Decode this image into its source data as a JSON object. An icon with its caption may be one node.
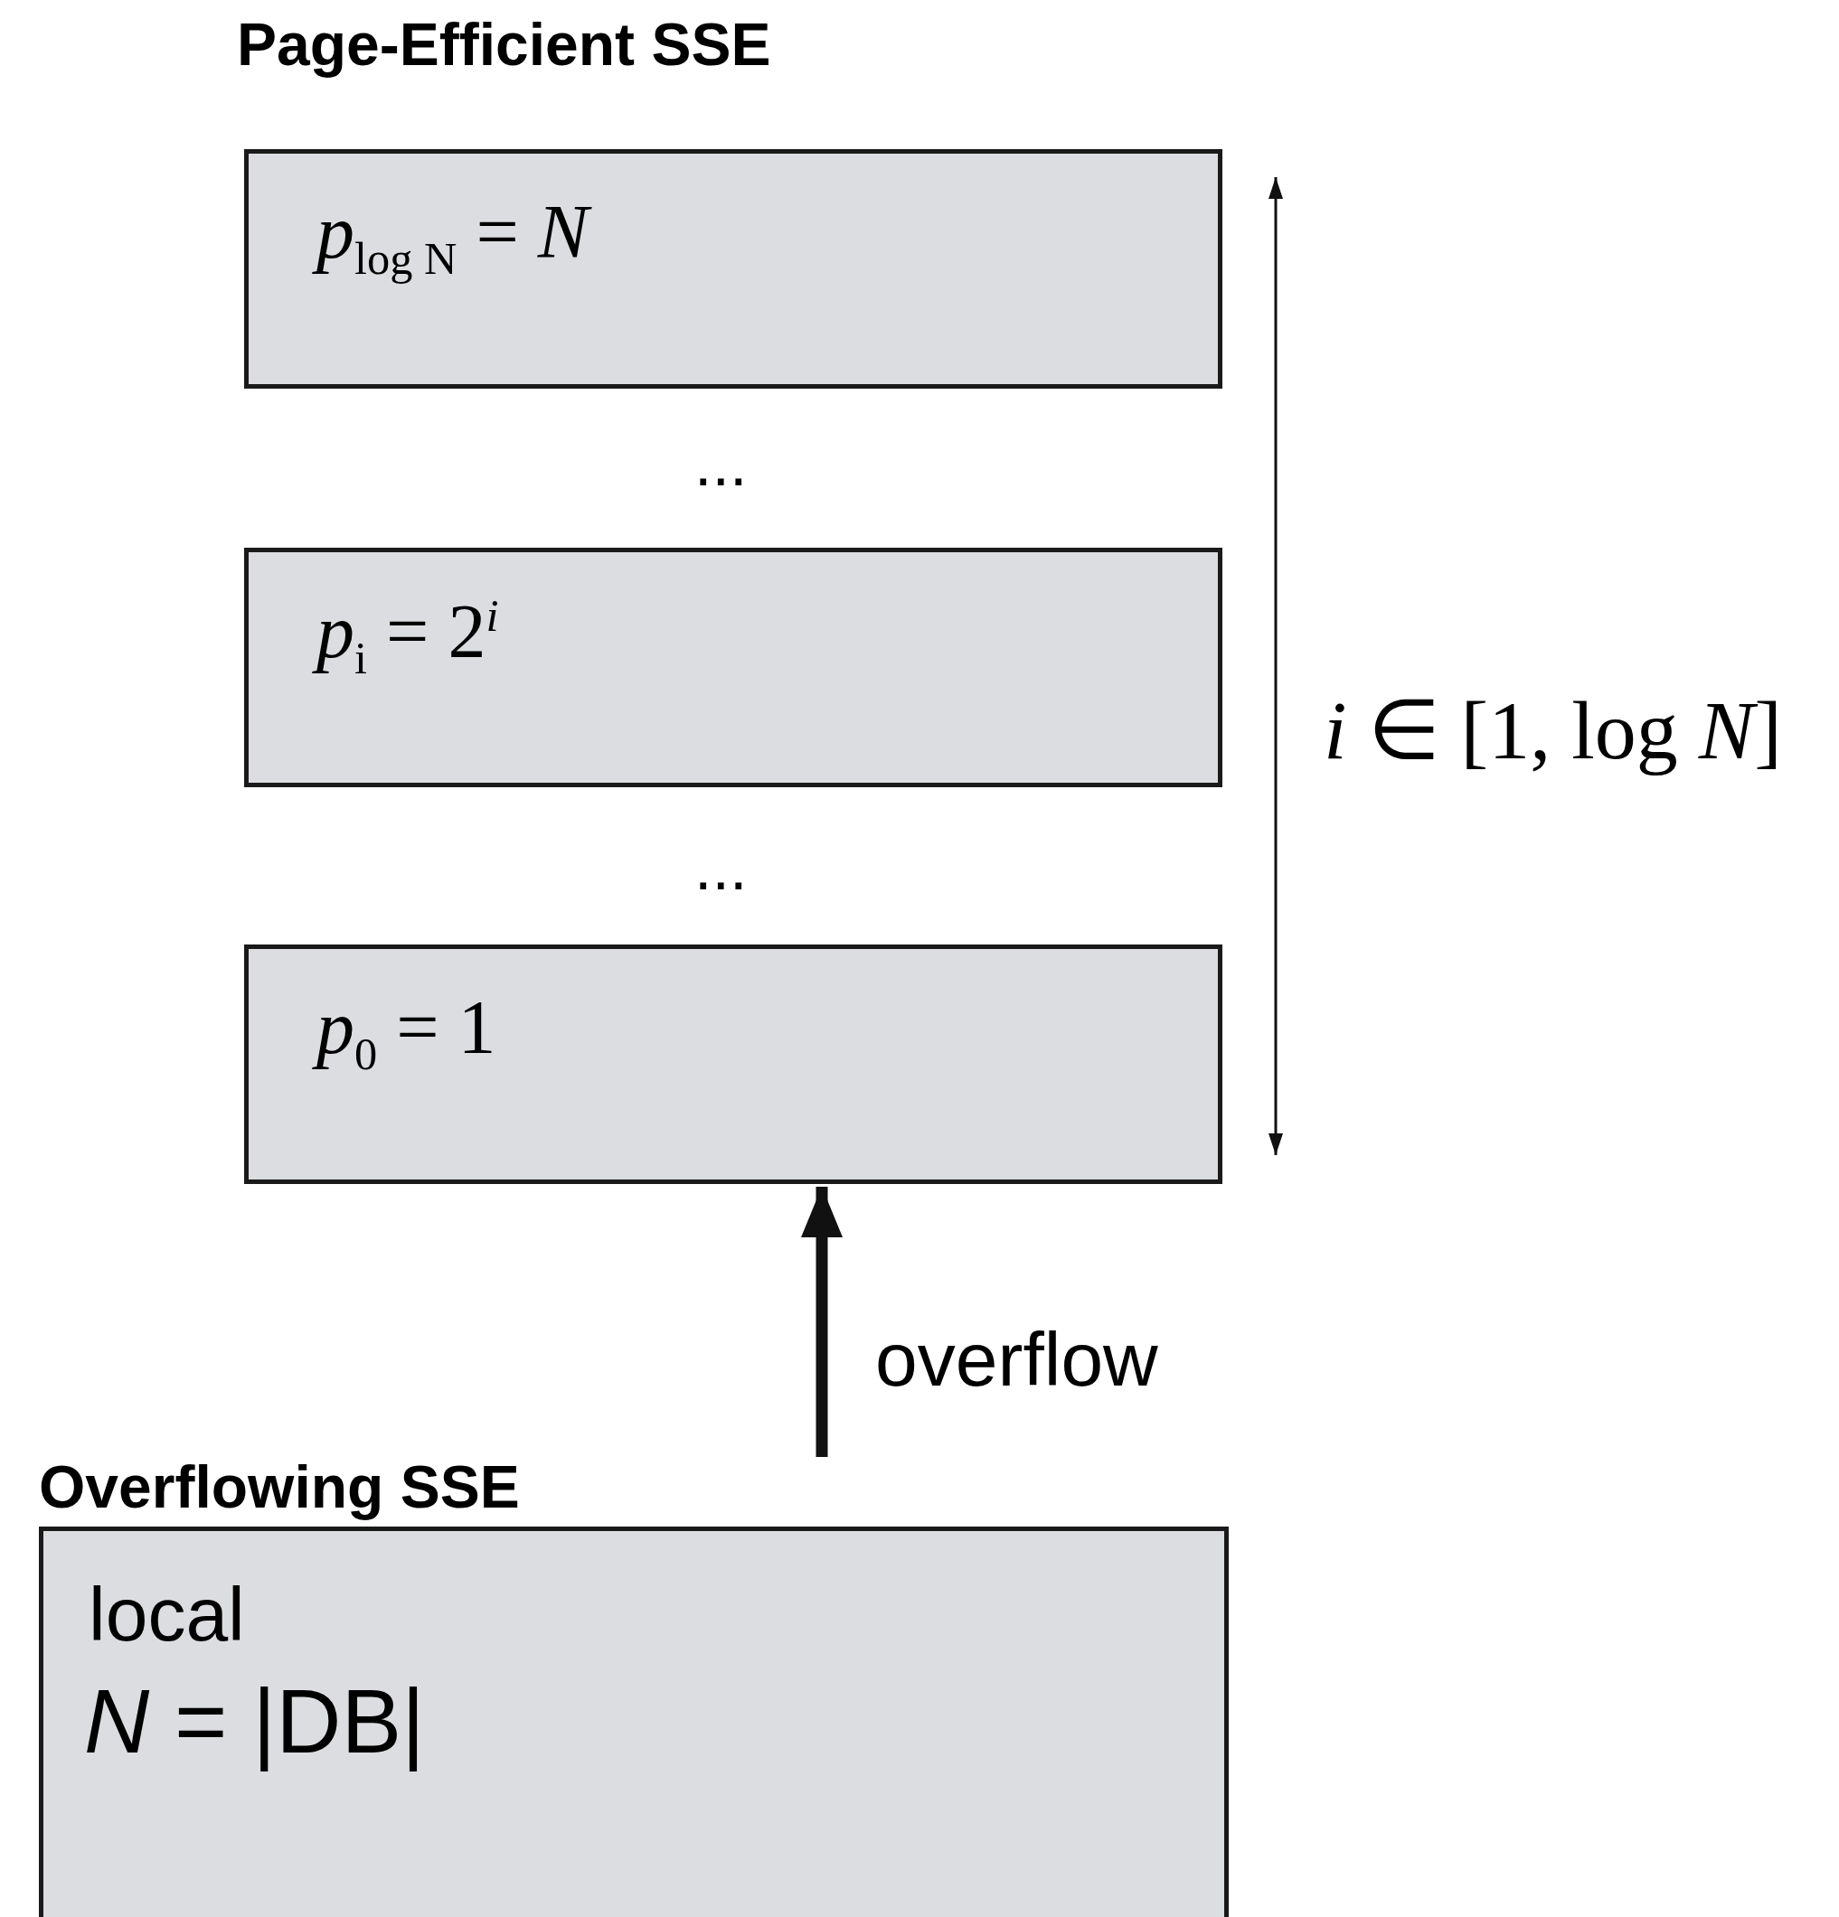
{
  "diagram": {
    "nodes": [
      {
        "text": [
          "*p*$_{log N}$ = *N*"
        ]
      },
      {
        "text": [
          "*p*$_{i}$ = 2$^{i}$"
        ]
      },
      {
        "text": [
          "*p*$_{0}$ = 1"
        ]
      },
      {
        "text": [
          "Overflowing SSE",
          "local",
          "*N* = |DB|"
        ]
      }
    ],
    "edges": [
      {
        "from": 3,
        "to": 2,
        "arrow": "to",
        "label": "overflow"
      }
    ],
    "labels": [
      "Page-Efficient SSE",
      "...",
      "...",
      "*i* ∈ [1, log *N*]"
    ]
  }
}
